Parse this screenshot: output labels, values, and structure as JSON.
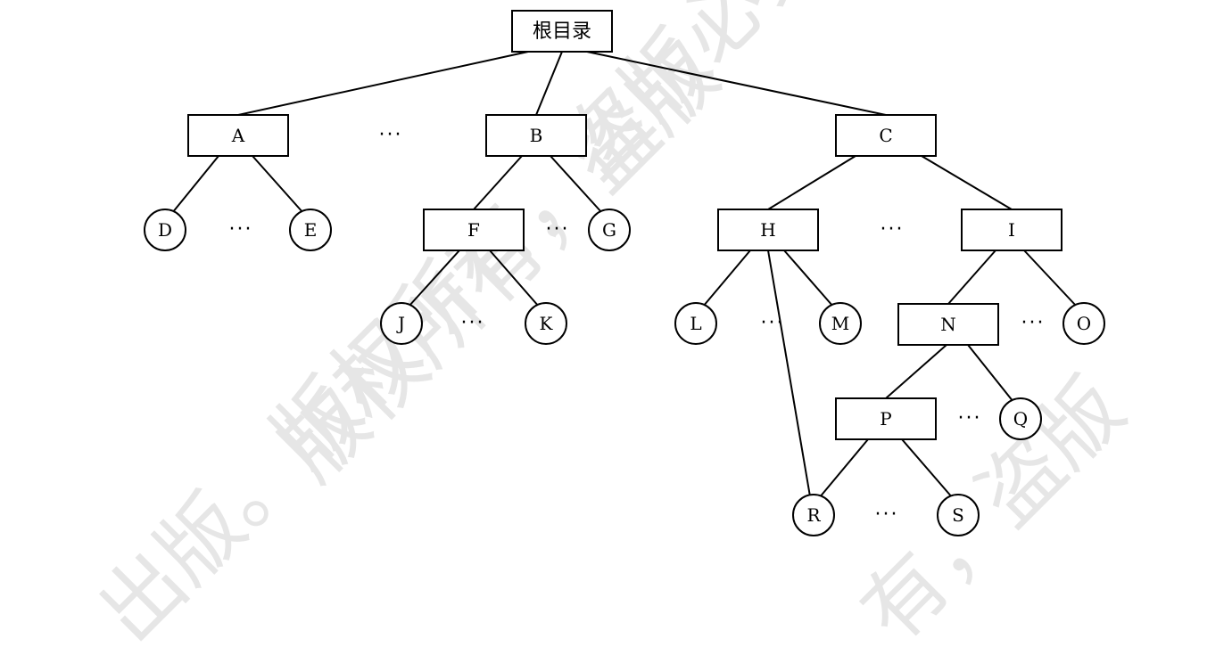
{
  "watermark": {
    "line1": "出版。版权所有，盗版必究",
    "line2": "有，盗版",
    "line3": "版权所有，盗版"
  },
  "diagram": {
    "nodes": [
      {
        "id": "root",
        "label": "根目录",
        "shape": "rect"
      },
      {
        "id": "A",
        "label": "A",
        "shape": "rect"
      },
      {
        "id": "B",
        "label": "B",
        "shape": "rect"
      },
      {
        "id": "C",
        "label": "C",
        "shape": "rect"
      },
      {
        "id": "D",
        "label": "D",
        "shape": "circle"
      },
      {
        "id": "E",
        "label": "E",
        "shape": "circle"
      },
      {
        "id": "F",
        "label": "F",
        "shape": "rect"
      },
      {
        "id": "G",
        "label": "G",
        "shape": "circle"
      },
      {
        "id": "H",
        "label": "H",
        "shape": "rect"
      },
      {
        "id": "I",
        "label": "I",
        "shape": "rect"
      },
      {
        "id": "J",
        "label": "J",
        "shape": "circle"
      },
      {
        "id": "K",
        "label": "K",
        "shape": "circle"
      },
      {
        "id": "L",
        "label": "L",
        "shape": "circle"
      },
      {
        "id": "M",
        "label": "M",
        "shape": "circle"
      },
      {
        "id": "N",
        "label": "N",
        "shape": "rect"
      },
      {
        "id": "O",
        "label": "O",
        "shape": "circle"
      },
      {
        "id": "P",
        "label": "P",
        "shape": "rect"
      },
      {
        "id": "Q",
        "label": "Q",
        "shape": "circle"
      },
      {
        "id": "R",
        "label": "R",
        "shape": "circle"
      },
      {
        "id": "S",
        "label": "S",
        "shape": "circle"
      }
    ],
    "edges": [
      [
        "root",
        "A"
      ],
      [
        "root",
        "B"
      ],
      [
        "root",
        "C"
      ],
      [
        "A",
        "D"
      ],
      [
        "A",
        "E"
      ],
      [
        "B",
        "F"
      ],
      [
        "B",
        "G"
      ],
      [
        "C",
        "H"
      ],
      [
        "C",
        "I"
      ],
      [
        "F",
        "J"
      ],
      [
        "F",
        "K"
      ],
      [
        "H",
        "L"
      ],
      [
        "H",
        "M"
      ],
      [
        "H",
        "R"
      ],
      [
        "I",
        "N"
      ],
      [
        "I",
        "O"
      ],
      [
        "N",
        "P"
      ],
      [
        "N",
        "Q"
      ],
      [
        "P",
        "R"
      ],
      [
        "P",
        "S"
      ]
    ],
    "ellipsis_text": "···"
  }
}
